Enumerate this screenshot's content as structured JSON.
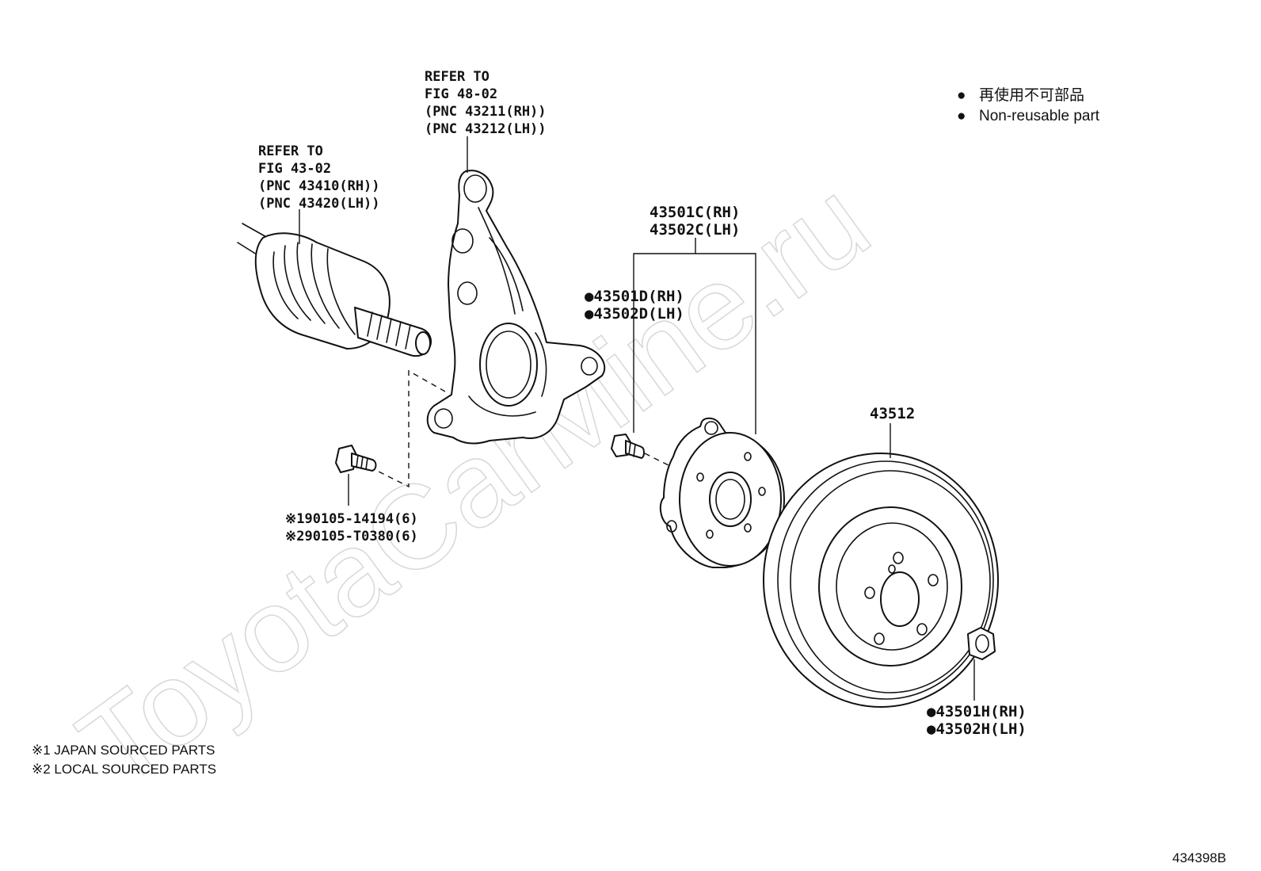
{
  "watermark": "ToyotaCarMine.ru",
  "legend": {
    "line_jp": "再使用不可部品",
    "line_en": "Non-reusable part",
    "bullet_glyph": "●"
  },
  "labels": {
    "drive_shaft": [
      "REFER TO",
      "FIG 43-02",
      "(PNC 43410(RH))",
      "(PNC 43420(LH))"
    ],
    "knuckle": [
      "REFER TO",
      "FIG 48-02",
      "(PNC 43211(RH))",
      "(PNC 43212(LH))"
    ],
    "hub_assembly": [
      "43501C(RH)",
      "43502C(LH)"
    ],
    "hub_bolt": [
      "●43501D(RH)",
      "●43502D(LH)"
    ],
    "rotor": "43512",
    "hub_nut": [
      "●43501H(RH)",
      "●43502H(LH)"
    ],
    "knuckle_bolt": [
      "※190105-14194(6)",
      "※290105-T0380(6)"
    ]
  },
  "notes": [
    "※1 JAPAN SOURCED PARTS",
    "※2 LOCAL SOURCED PARTS"
  ],
  "figure_id": "434398B"
}
